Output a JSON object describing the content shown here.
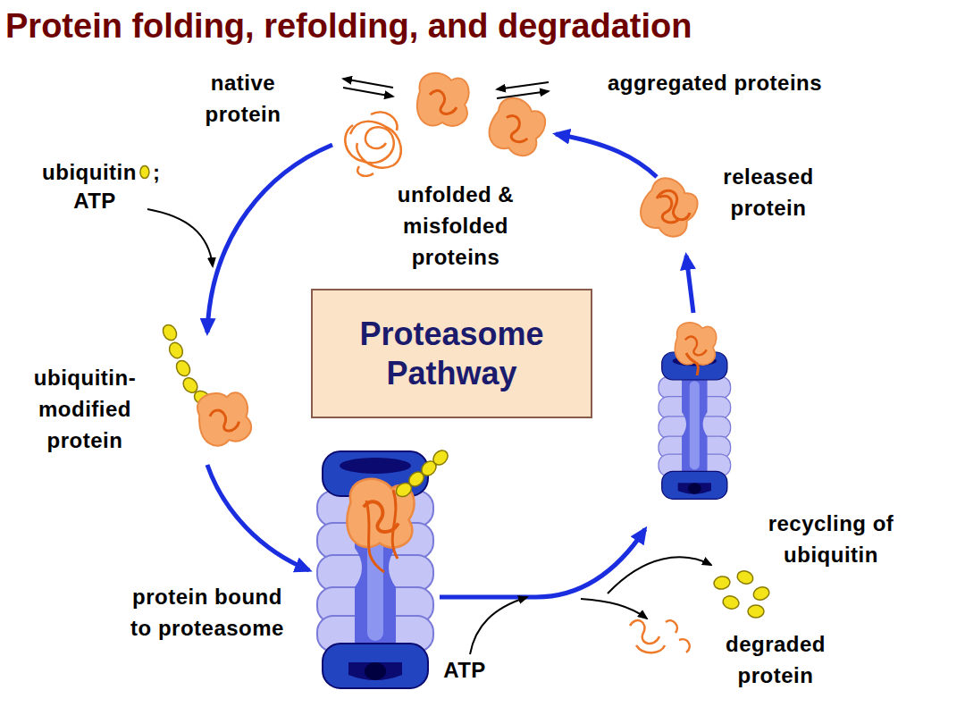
{
  "diagram": {
    "title": "Protein folding, refolding, and degradation",
    "nodes": [
      {
        "text": [
          "Proteasome Pathway"
        ]
      }
    ],
    "labels": [
      "native protein",
      "aggregated proteins",
      "ubiquitin",
      ";",
      "ATP",
      "unfolded & misfolded proteins",
      "released protein",
      "ubiquitin-modified protein",
      "protein bound to proteasome",
      "ATP",
      "recycling of ubiquitin",
      "degraded protein"
    ]
  }
}
